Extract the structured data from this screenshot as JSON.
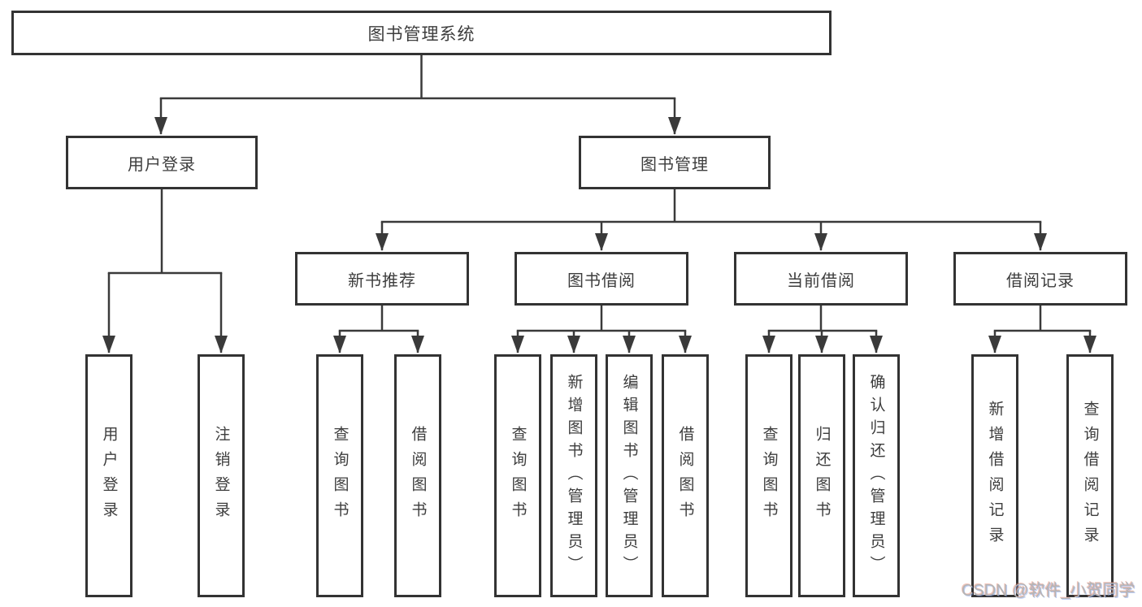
{
  "diagram": {
    "title": "图书管理系统",
    "nodes": {
      "root": {
        "label": "图书管理系统"
      },
      "level2": [
        {
          "label": "用户登录",
          "children": [
            "用户登录",
            "注销登录"
          ]
        },
        {
          "label": "图书管理",
          "children": [
            "新书推荐",
            "图书借阅",
            "当前借阅",
            "借阅记录"
          ]
        }
      ],
      "level3": [
        {
          "label": "新书推荐",
          "children": [
            "查询图书",
            "借阅图书"
          ]
        },
        {
          "label": "图书借阅",
          "children": [
            "查询图书",
            "新增图书（管理员）",
            "编辑图书（管理员）",
            "借阅图书"
          ]
        },
        {
          "label": "当前借阅",
          "children": [
            "查询图书",
            "归还图书",
            "确认归还（管理员）"
          ]
        },
        {
          "label": "借阅记录",
          "children": [
            "新增借阅记录",
            "查询借阅记录"
          ]
        }
      ],
      "leaves": [
        {
          "label": "用户登录"
        },
        {
          "label": "注销登录"
        },
        {
          "label": "查询图书"
        },
        {
          "label": "借阅图书"
        },
        {
          "label": "查询图书"
        },
        {
          "label": "新增图书（管理员）"
        },
        {
          "label": "编辑图书（管理员）"
        },
        {
          "label": "借阅图书"
        },
        {
          "label": "查询图书"
        },
        {
          "label": "归还图书"
        },
        {
          "label": "确认归还（管理员）"
        },
        {
          "label": "新增借阅记录"
        },
        {
          "label": "查询借阅记录"
        }
      ]
    }
  },
  "watermark": {
    "text": "CSDN @软件_小贺同学"
  },
  "colors": {
    "line": "#3a3a3a",
    "box_border": "#333333",
    "box_fill": "#ffffff",
    "text": "#3d3d3d",
    "watermark": "#b5b5b5"
  }
}
